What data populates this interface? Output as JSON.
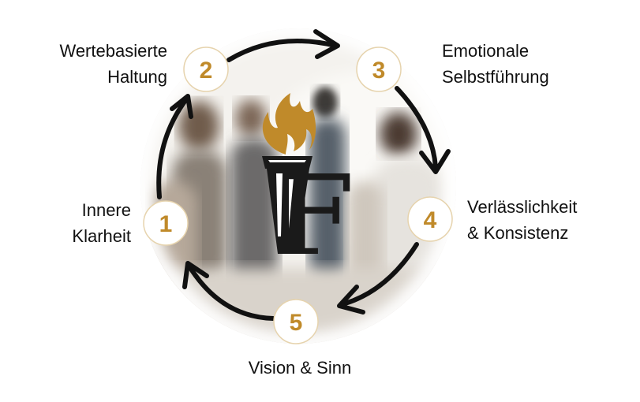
{
  "accent_color": "#C08A2A",
  "arrow_color": "#111111",
  "logo": {
    "letter": "F",
    "icon": "torch-icon"
  },
  "steps": [
    {
      "number": "1",
      "label_lines": [
        "Innere",
        "Klarheit"
      ]
    },
    {
      "number": "2",
      "label_lines": [
        "Wertebasierte",
        "Haltung"
      ]
    },
    {
      "number": "3",
      "label_lines": [
        "Emotionale",
        "Selbstführung"
      ]
    },
    {
      "number": "4",
      "label_lines": [
        "Verlässlichkeit",
        "& Konsistenz"
      ]
    },
    {
      "number": "5",
      "label_lines": [
        "Vision & Sinn"
      ]
    }
  ]
}
